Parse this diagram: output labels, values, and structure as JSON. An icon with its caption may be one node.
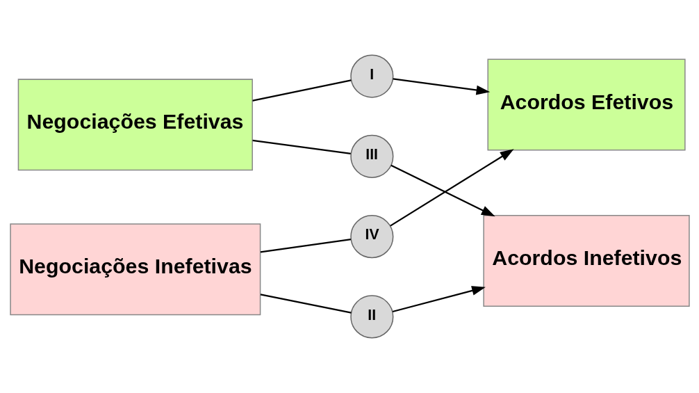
{
  "diagram": {
    "nodes": [
      {
        "text": [
          "Negociações Efetivas"
        ]
      },
      {
        "text": [
          "I"
        ]
      },
      {
        "text": [
          "Acordos Efetivos"
        ]
      },
      {
        "text": [
          "III"
        ]
      },
      {
        "text": [
          "IV"
        ]
      },
      {
        "text": [
          "Negociações Inefetivas"
        ]
      },
      {
        "text": [
          "II"
        ]
      },
      {
        "text": [
          "Acordos Inefetivos"
        ]
      }
    ],
    "edges": [
      {
        "from": 0,
        "to": 1,
        "arrow": "none"
      },
      {
        "from": 1,
        "to": 2,
        "arrow": "to"
      },
      {
        "from": 0,
        "to": 3,
        "arrow": "none"
      },
      {
        "from": 3,
        "to": 7,
        "arrow": "to"
      },
      {
        "from": 5,
        "to": 4,
        "arrow": "none"
      },
      {
        "from": 4,
        "to": 2,
        "arrow": "to"
      },
      {
        "from": 5,
        "to": 6,
        "arrow": "none"
      },
      {
        "from": 6,
        "to": 7,
        "arrow": "to"
      }
    ]
  }
}
